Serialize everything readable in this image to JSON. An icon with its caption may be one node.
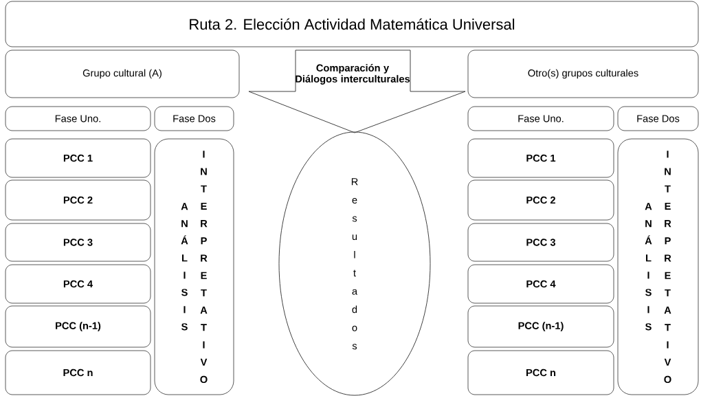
{
  "diagram": {
    "nodes": [
      {
        "text": [
          "Ruta 2. Elección Actividad Matemática Universal"
        ]
      },
      {
        "text": [
          "Grupo cultural (A)"
        ]
      },
      {
        "text": [
          "Comparación y Diálogos interculturales"
        ]
      },
      {
        "text": [
          "Otro(s) grupos culturales"
        ]
      },
      {
        "text": [
          "Fase Uno."
        ]
      },
      {
        "text": [
          "Fase Dos"
        ]
      },
      {
        "text": [
          "PCC 1"
        ]
      },
      {
        "text": [
          "PCC 2"
        ]
      },
      {
        "text": [
          "PCC 3"
        ]
      },
      {
        "text": [
          "PCC 4"
        ]
      },
      {
        "text": [
          "PCC (n-1)"
        ]
      },
      {
        "text": [
          "PCC n"
        ]
      },
      {
        "text": [
          "ANÁLISIS",
          "INTERPRETATIVO"
        ]
      },
      {
        "text": [
          "Resultados"
        ]
      },
      {
        "text": [
          "Fase Uno."
        ]
      },
      {
        "text": [
          "Fase Dos"
        ]
      },
      {
        "text": [
          "PCC 1"
        ]
      },
      {
        "text": [
          "PCC 2"
        ]
      },
      {
        "text": [
          "PCC 3"
        ]
      },
      {
        "text": [
          "PCC 4"
        ]
      },
      {
        "text": [
          "PCC (n-1)"
        ]
      },
      {
        "text": [
          "PCC n"
        ]
      },
      {
        "text": [
          "ANÁLISIS",
          "INTERPRETATIVO"
        ]
      }
    ]
  }
}
